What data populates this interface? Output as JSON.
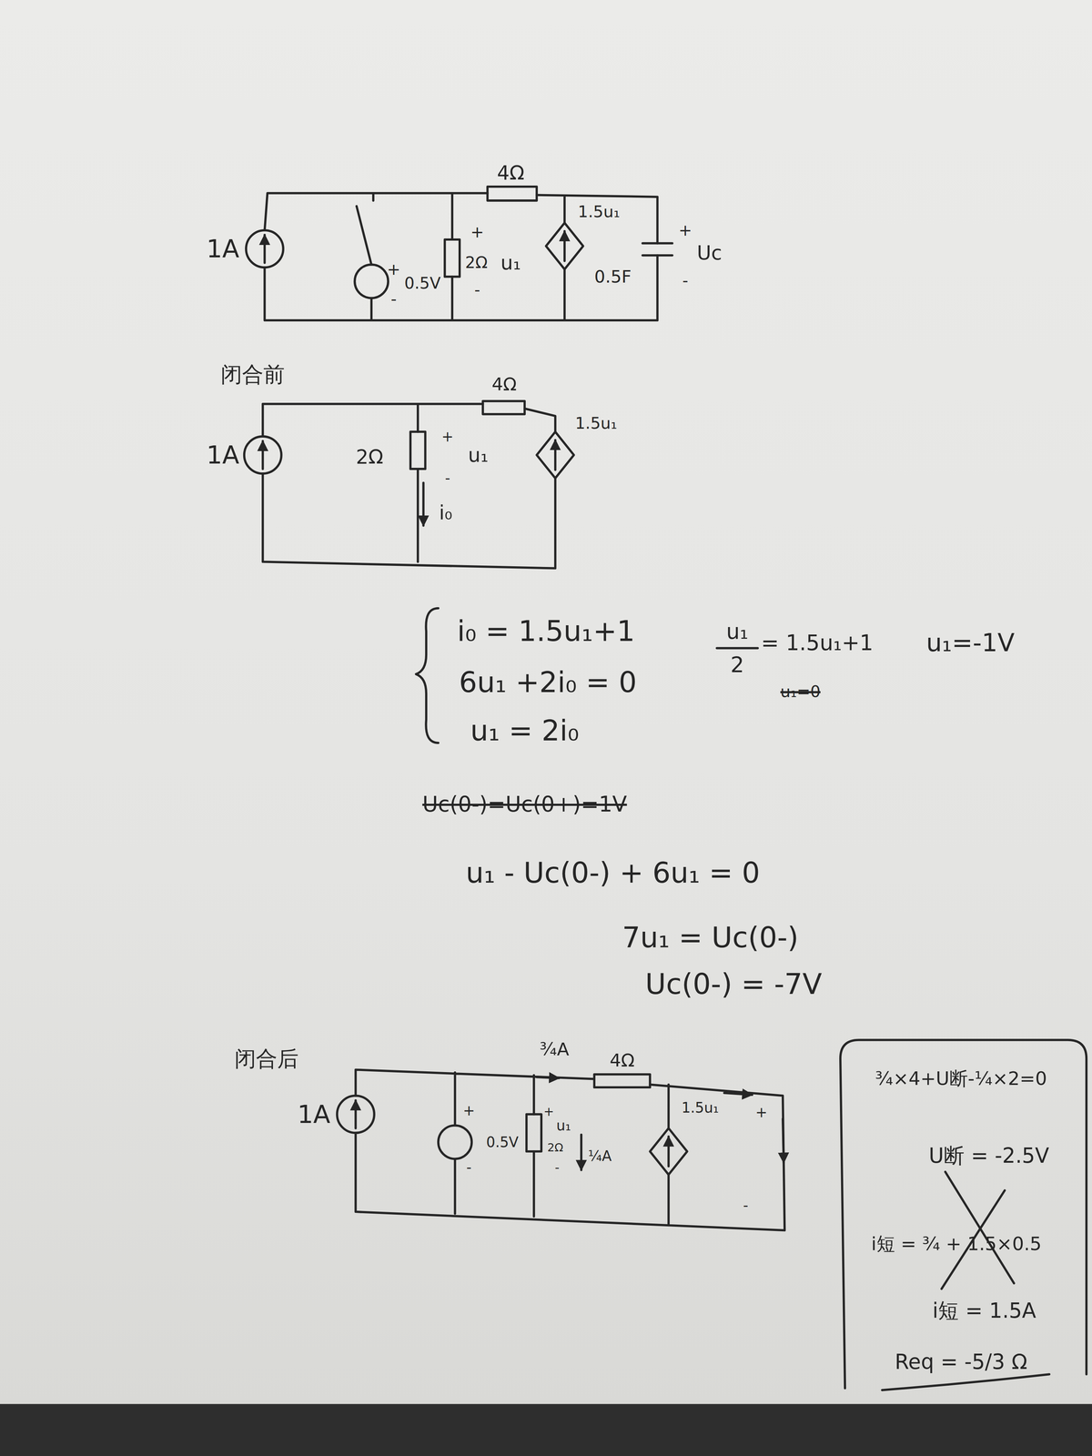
{
  "diagram": {
    "labels": [
      "4Ω",
      "1A",
      "+",
      "0.5V",
      "-",
      "+",
      "2Ω",
      "u₁",
      "-",
      "1.5u₁",
      "+",
      "Uc",
      "-",
      "0.5F",
      "闭合前",
      "4Ω",
      "1A",
      "2Ω",
      "+",
      "u₁",
      "-",
      "i₀",
      "1.5u₁",
      "i₀ = 1.5u₁+1",
      "6u₁ +2i₀ = 0",
      "u₁ = 2i₀",
      "u₁",
      "2",
      "= 1.5u₁+1",
      "u₁=-1V",
      "u₁=0",
      "Uc(0-)=Uc(0+)=1V",
      "u₁ - Uc(0-) + 6u₁ = 0",
      "7u₁ = Uc(0-)",
      "Uc(0-) = -7V",
      "闭合后",
      "¾A",
      "4Ω",
      "1A",
      "+",
      "0.5V",
      "-",
      "+",
      "u₁",
      "2Ω",
      "-",
      "¼A",
      "1.5u₁",
      "+",
      "-",
      "¾×4+U断-¼×2=0",
      "U断 = -2.5V",
      "i短 = ¾ + 1.5×0.5",
      "i短 = 1.5A",
      "Req = -5/3 Ω"
    ]
  }
}
